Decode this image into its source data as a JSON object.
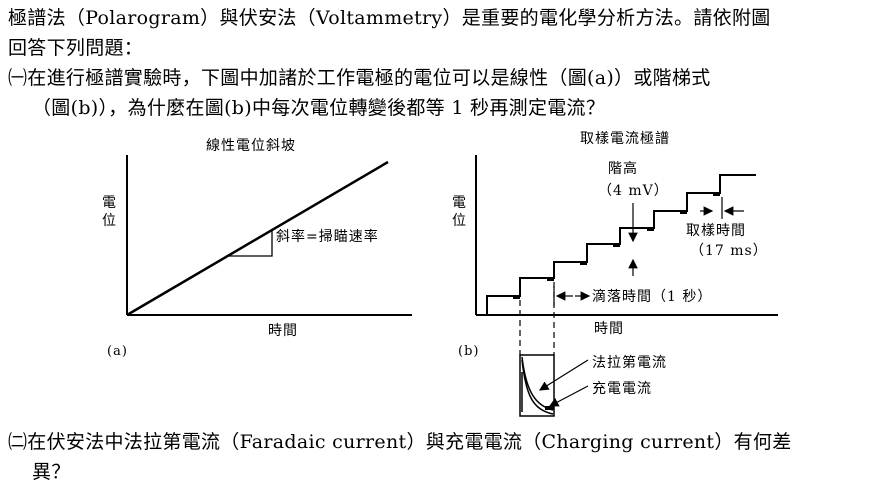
{
  "intro_line1": "極譜法（Polarogram）與伏安法（Voltammetry）是重要的電化學分析方法。請依附圖",
  "intro_line2": "回答下列問題：",
  "q1_line1": "㈠在進行極譜實驗時，下圖中加諸於工作電極的電位可以是線性（圖(a)）或階梯式",
  "q1_line2": "（圖(b)），為什麼在圖(b)中每次電位轉變後都等 1 秒再測定電流？",
  "q2_line1": "㈡在伏安法中法拉第電流（Faradaic current）與充電電流（Charging current）有何差",
  "q2_line2": "異？",
  "figure_a": {
    "title": "線性電位斜坡",
    "ylabel_1": "電",
    "ylabel_2": "位",
    "xlabel": "時間",
    "slope_label": "斜率=掃瞄速率",
    "panel_label": "(a)"
  },
  "figure_b": {
    "title": "取樣電流極譜",
    "ylabel_1": "電",
    "ylabel_2": "位",
    "xlabel": "時間",
    "step_label": "階高",
    "step_value": "（4 mV）",
    "sample_label": "取樣時間",
    "sample_value": "（17 ms）",
    "drop_time_label": "滴落時間（1 秒）",
    "faradaic_label": "法拉第電流",
    "charging_label": "充電電流",
    "panel_label": "(b)"
  }
}
